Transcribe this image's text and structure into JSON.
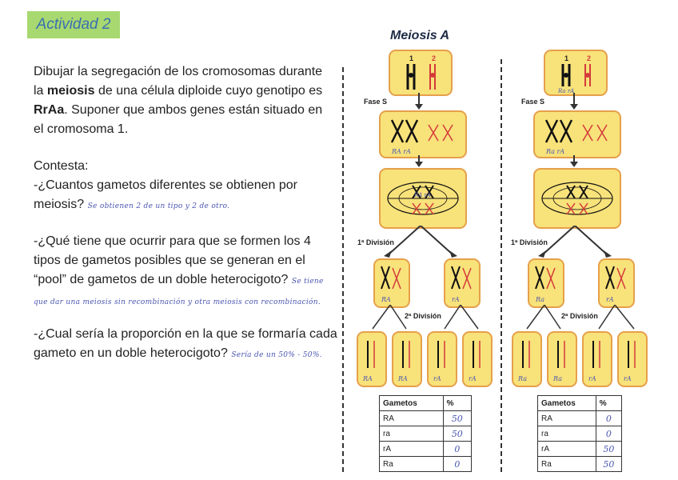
{
  "header": {
    "title": "Actividad 2"
  },
  "question": {
    "prompt_parts": [
      "Dibujar la segregación de los cromosomas durante la ",
      "meiosis",
      " de una célula diploide cuyo genotipo es ",
      "RrAa",
      ". Suponer que ambos genes están situado en el cromosoma 1."
    ],
    "contesta": "Contesta:",
    "q1": "-¿Cuantos gametos diferentes se obtienen por meiosis?",
    "a1": "Se obtienen 2 de un tipo y 2 de otro.",
    "q2": "-¿Qué tiene que ocurrir para que se formen los 4 tipos de gametos posibles que se generan en el “pool” de gametos de un doble heterocigoto?",
    "a2": "Se tiene que dar una meiosis sin recombinación y otra meiosis con recombinación.",
    "q3": "-¿Cual sería la proporción en la que se formaría cada gameto en un doble heterocigoto?",
    "a3": "Sería de un 50% - 50%."
  },
  "diagram": {
    "title": "Meiosis A",
    "chromosome_labels": [
      "1",
      "2"
    ],
    "fase_label": "Fase S",
    "div1_label": "1ª División",
    "div2_label": "2ª División",
    "left": {
      "g1_label": "",
      "s_label": "RA rA",
      "meta_label": "RA rA",
      "d1": [
        "RA",
        "rA"
      ],
      "gametes": [
        "RA",
        "RA",
        "rA",
        "rA"
      ]
    },
    "right": {
      "g1_label": "Ra rA",
      "s_label": "Ra rA",
      "meta_label": "",
      "d1": [
        "Ra",
        "rA"
      ],
      "gametes": [
        "Ra",
        "Ra",
        "rA",
        "rA"
      ]
    },
    "tables": {
      "header": [
        "Gametos",
        "%"
      ],
      "left": [
        [
          "RA",
          "50"
        ],
        [
          "ra",
          "50"
        ],
        [
          "rA",
          "0"
        ],
        [
          "Ra",
          "0"
        ]
      ],
      "right": [
        [
          "RA",
          "0"
        ],
        [
          "ra",
          "0"
        ],
        [
          "rA",
          "50"
        ],
        [
          "Ra",
          "50"
        ]
      ]
    }
  },
  "colors": {
    "tag_bg": "#a8d870",
    "tag_text": "#3a6fb0",
    "box_fill": "#f8e27a",
    "box_border": "#e6a04a",
    "chrom_red": "#d43a3a",
    "handwriting": "#4a56b0"
  }
}
